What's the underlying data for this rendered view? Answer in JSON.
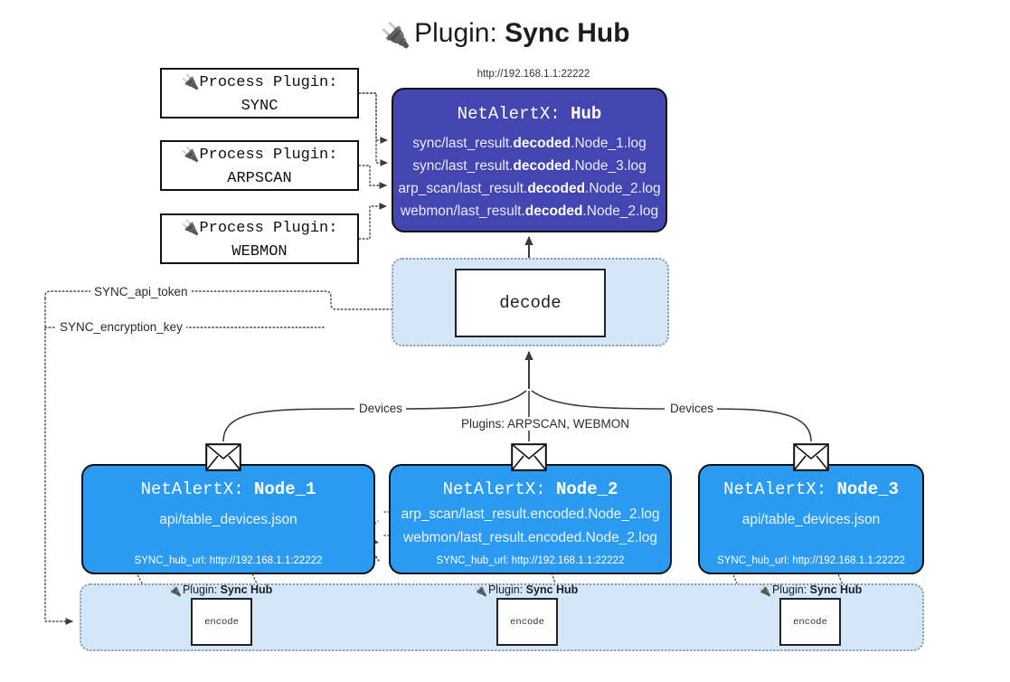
{
  "title": {
    "icon": "plug-icon",
    "glyph": "🔌",
    "prefix": "Plugin: ",
    "name": "Sync Hub"
  },
  "hub": {
    "url": "http://192.168.1.1:22222",
    "prefix": "NetAlertX: ",
    "name": "Hub",
    "logs": [
      {
        "pre": "sync/last_result.",
        "mid": "decoded",
        "post": ".Node_1.log"
      },
      {
        "pre": "sync/last_result.",
        "mid": "decoded",
        "post": ".Node_3.log"
      },
      {
        "pre": "arp_scan/last_result.",
        "mid": "decoded",
        "post": ".Node_2.log"
      },
      {
        "pre": "webmon/last_result.",
        "mid": "decoded",
        "post": ".Node_2.log"
      }
    ],
    "fill": "#4345b0"
  },
  "process_plugins": [
    {
      "glyph": "🔌",
      "label": "Process Plugin:",
      "name": "SYNC"
    },
    {
      "glyph": "🔌",
      "label": "Process Plugin:",
      "name": "ARPSCAN"
    },
    {
      "glyph": "🔌",
      "label": "Process Plugin:",
      "name": "WEBMON"
    }
  ],
  "decode": {
    "label": "decode",
    "container_fill": "#d4e7f8"
  },
  "edge_labels": {
    "api_token": "SYNC_api_token",
    "encryption_key": "SYNC_encryption_key",
    "devices_left": "Devices",
    "devices_right": "Devices",
    "plugins_center": "Plugins: ARPSCAN, WEBMON"
  },
  "nodes": [
    {
      "prefix": "NetAlertX: ",
      "name": "Node_1",
      "lines": [
        "api/table_devices.json"
      ],
      "hub_url_label": "SYNC_hub_url: http://192.168.1.1:22222",
      "fill": "#2b9bf2",
      "envelope": "envelope-icon"
    },
    {
      "prefix": "NetAlertX: ",
      "name": "Node_2",
      "lines": [
        "arp_scan/last_result.encoded.Node_2.log",
        "webmon/last_result.encoded.Node_2.log"
      ],
      "hub_url_label": "SYNC_hub_url: http://192.168.1.1:22222",
      "fill": "#2b9bf2",
      "envelope": "envelope-icon"
    },
    {
      "prefix": "NetAlertX: ",
      "name": "Node_3",
      "lines": [
        "api/table_devices.json"
      ],
      "hub_url_label": "SYNC_hub_url: http://192.168.1.1:22222",
      "fill": "#2b9bf2",
      "envelope": "envelope-icon"
    }
  ],
  "sync_band": {
    "captions": [
      {
        "glyph": "🔌",
        "prefix": "Plugin: ",
        "name": "Sync Hub"
      },
      {
        "glyph": "🔌",
        "prefix": "Plugin: ",
        "name": "Sync Hub"
      },
      {
        "glyph": "🔌",
        "prefix": "Plugin: ",
        "name": "Sync Hub"
      }
    ],
    "encode_label": "encode",
    "fill": "#d4e7f8"
  }
}
